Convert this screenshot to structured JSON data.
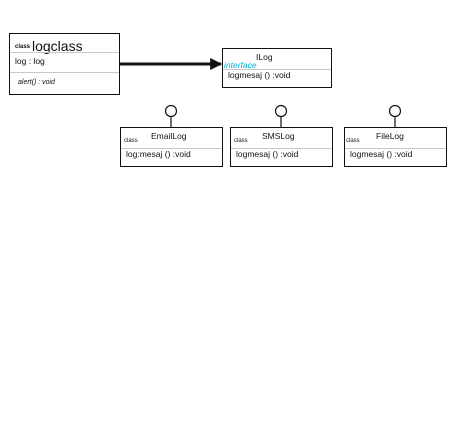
{
  "classes": {
    "logclass": {
      "keyword": "class",
      "name": "logclass",
      "attribute": "log : log",
      "method": "alert() : void"
    },
    "ilog": {
      "name": "ILog",
      "stereotype": "interface",
      "method": "logmesaj () :void"
    },
    "emaillog": {
      "keyword": "class",
      "name": "EmailLog",
      "method": "log:mesaj () :void"
    },
    "smslog": {
      "keyword": "class",
      "name": "SMSLog",
      "method": "logmesaj () :void"
    },
    "filelog": {
      "keyword": "class",
      "name": "FileLog",
      "method": "logmesaj () :void"
    }
  },
  "colors": {
    "stroke": "#111111",
    "separator": "#c8c8c8",
    "stereotype": "#00b0d8"
  }
}
